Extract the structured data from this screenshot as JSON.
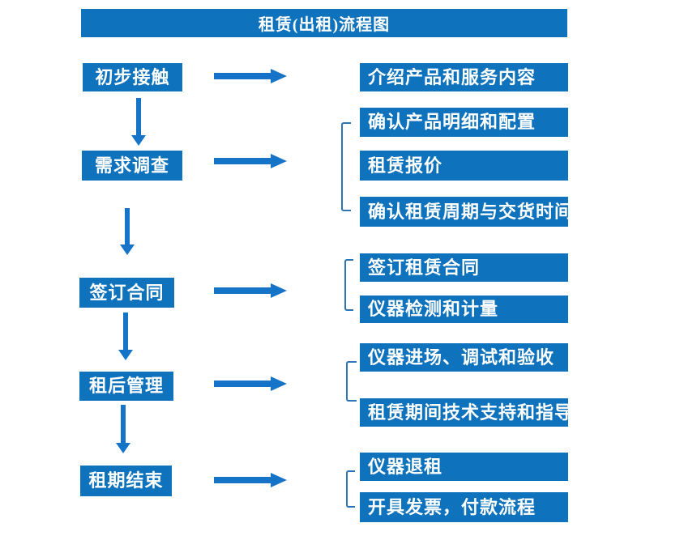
{
  "title": "租赁(出租)流程图",
  "colors": {
    "box": "#0e72bc",
    "arrow": "#1674c8",
    "bracket": "#2e75b6",
    "text": "#ffffff",
    "background": "#ffffff"
  },
  "steps": [
    {
      "label": "初步接触",
      "details": [
        "介绍产品和服务内容"
      ]
    },
    {
      "label": "需求调查",
      "details": [
        "确认产品明细和配置",
        "租赁报价",
        "确认租赁周期与交货时间"
      ]
    },
    {
      "label": "签订合同",
      "details": [
        "签订租赁合同",
        "仪器检测和计量"
      ]
    },
    {
      "label": "租后管理",
      "details": [
        "仪器进场、调试和验收",
        "租赁期间技术支持和指导"
      ]
    },
    {
      "label": "租期结束",
      "details": [
        "仪器退租",
        "开具发票，付款流程"
      ]
    }
  ]
}
